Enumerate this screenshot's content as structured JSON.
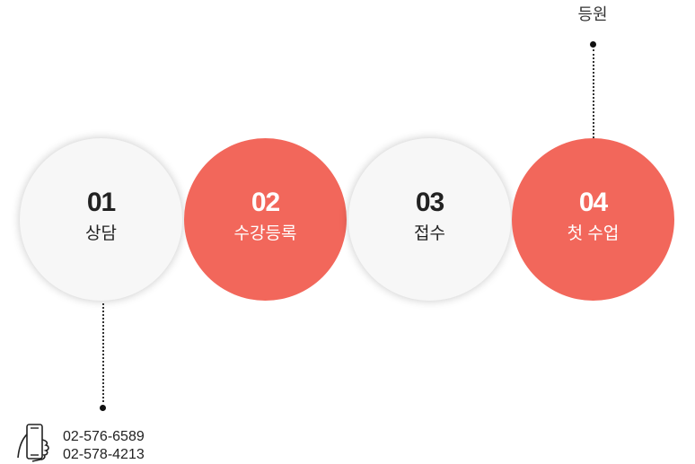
{
  "top_label": "등원",
  "steps": [
    {
      "number": "01",
      "label": "상담",
      "variant": "light"
    },
    {
      "number": "02",
      "label": "수강등록",
      "variant": "accent"
    },
    {
      "number": "03",
      "label": "접수",
      "variant": "light"
    },
    {
      "number": "04",
      "label": "첫 수업",
      "variant": "accent"
    }
  ],
  "contact": {
    "phone_1": "02-576-6589",
    "phone_2": "02-578-4213"
  },
  "colors": {
    "accent": "#f2675b",
    "light": "#f7f7f7",
    "text_dark": "#222222"
  },
  "icons": {
    "phone": "hand-holding-phone-icon"
  }
}
